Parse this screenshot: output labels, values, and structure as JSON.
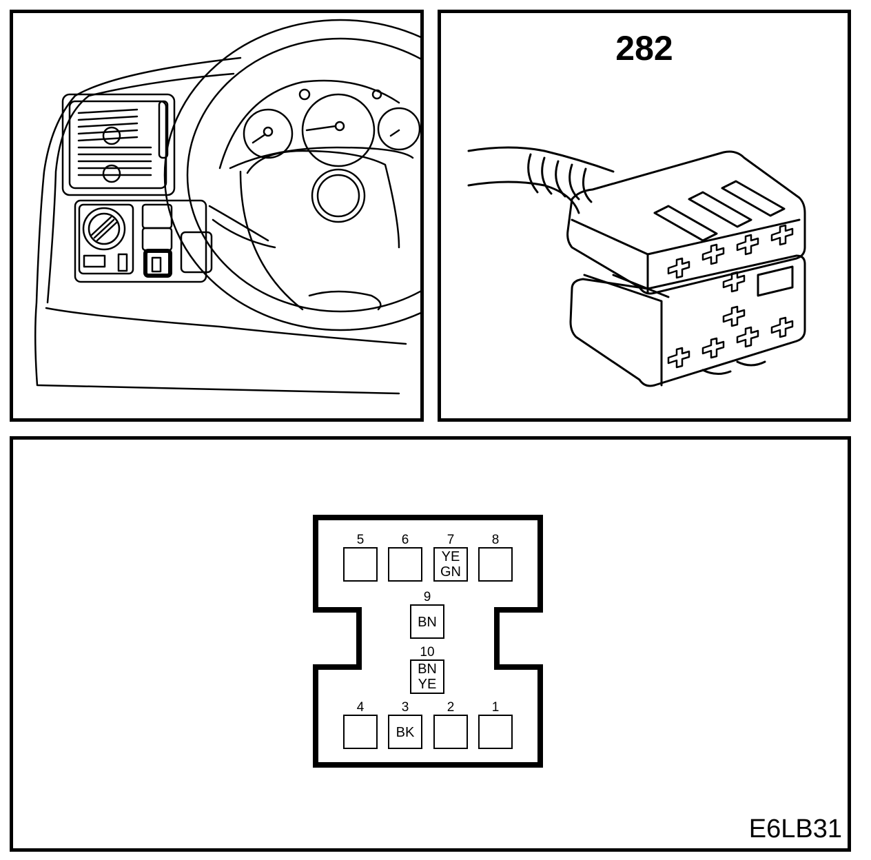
{
  "connector": {
    "number": "282",
    "reference": "E6LB31",
    "pins": [
      {
        "pin": "5",
        "wire": []
      },
      {
        "pin": "6",
        "wire": []
      },
      {
        "pin": "7",
        "wire": [
          "YE",
          "GN"
        ]
      },
      {
        "pin": "8",
        "wire": []
      },
      {
        "pin": "9",
        "wire": [
          "BN"
        ]
      },
      {
        "pin": "10",
        "wire": [
          "BN",
          "YE"
        ]
      },
      {
        "pin": "4",
        "wire": []
      },
      {
        "pin": "3",
        "wire": [
          "BK"
        ]
      },
      {
        "pin": "2",
        "wire": []
      },
      {
        "pin": "1",
        "wire": []
      }
    ]
  },
  "colors": {
    "line": "#000000",
    "background": "#ffffff"
  }
}
